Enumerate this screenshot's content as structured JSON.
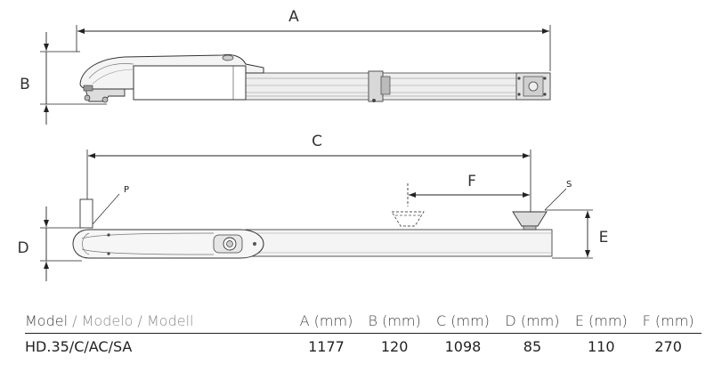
{
  "labels": {
    "A": "A",
    "B": "B",
    "C": "C",
    "D": "D",
    "E": "E",
    "F": "F",
    "P": "P",
    "S": "S"
  },
  "table": {
    "header": {
      "model": "Model",
      "sep1": " / ",
      "modelo": "Modelo",
      "sep2": " / ",
      "modell": "Modell",
      "cols": [
        "A (mm)",
        "B (mm)",
        "C (mm)",
        "D (mm)",
        "E (mm)",
        "F (mm)"
      ]
    },
    "rows": [
      {
        "model": "HD.35/C/AC/SA",
        "values": [
          "1177",
          "120",
          "1098",
          "85",
          "110",
          "270"
        ]
      }
    ]
  }
}
